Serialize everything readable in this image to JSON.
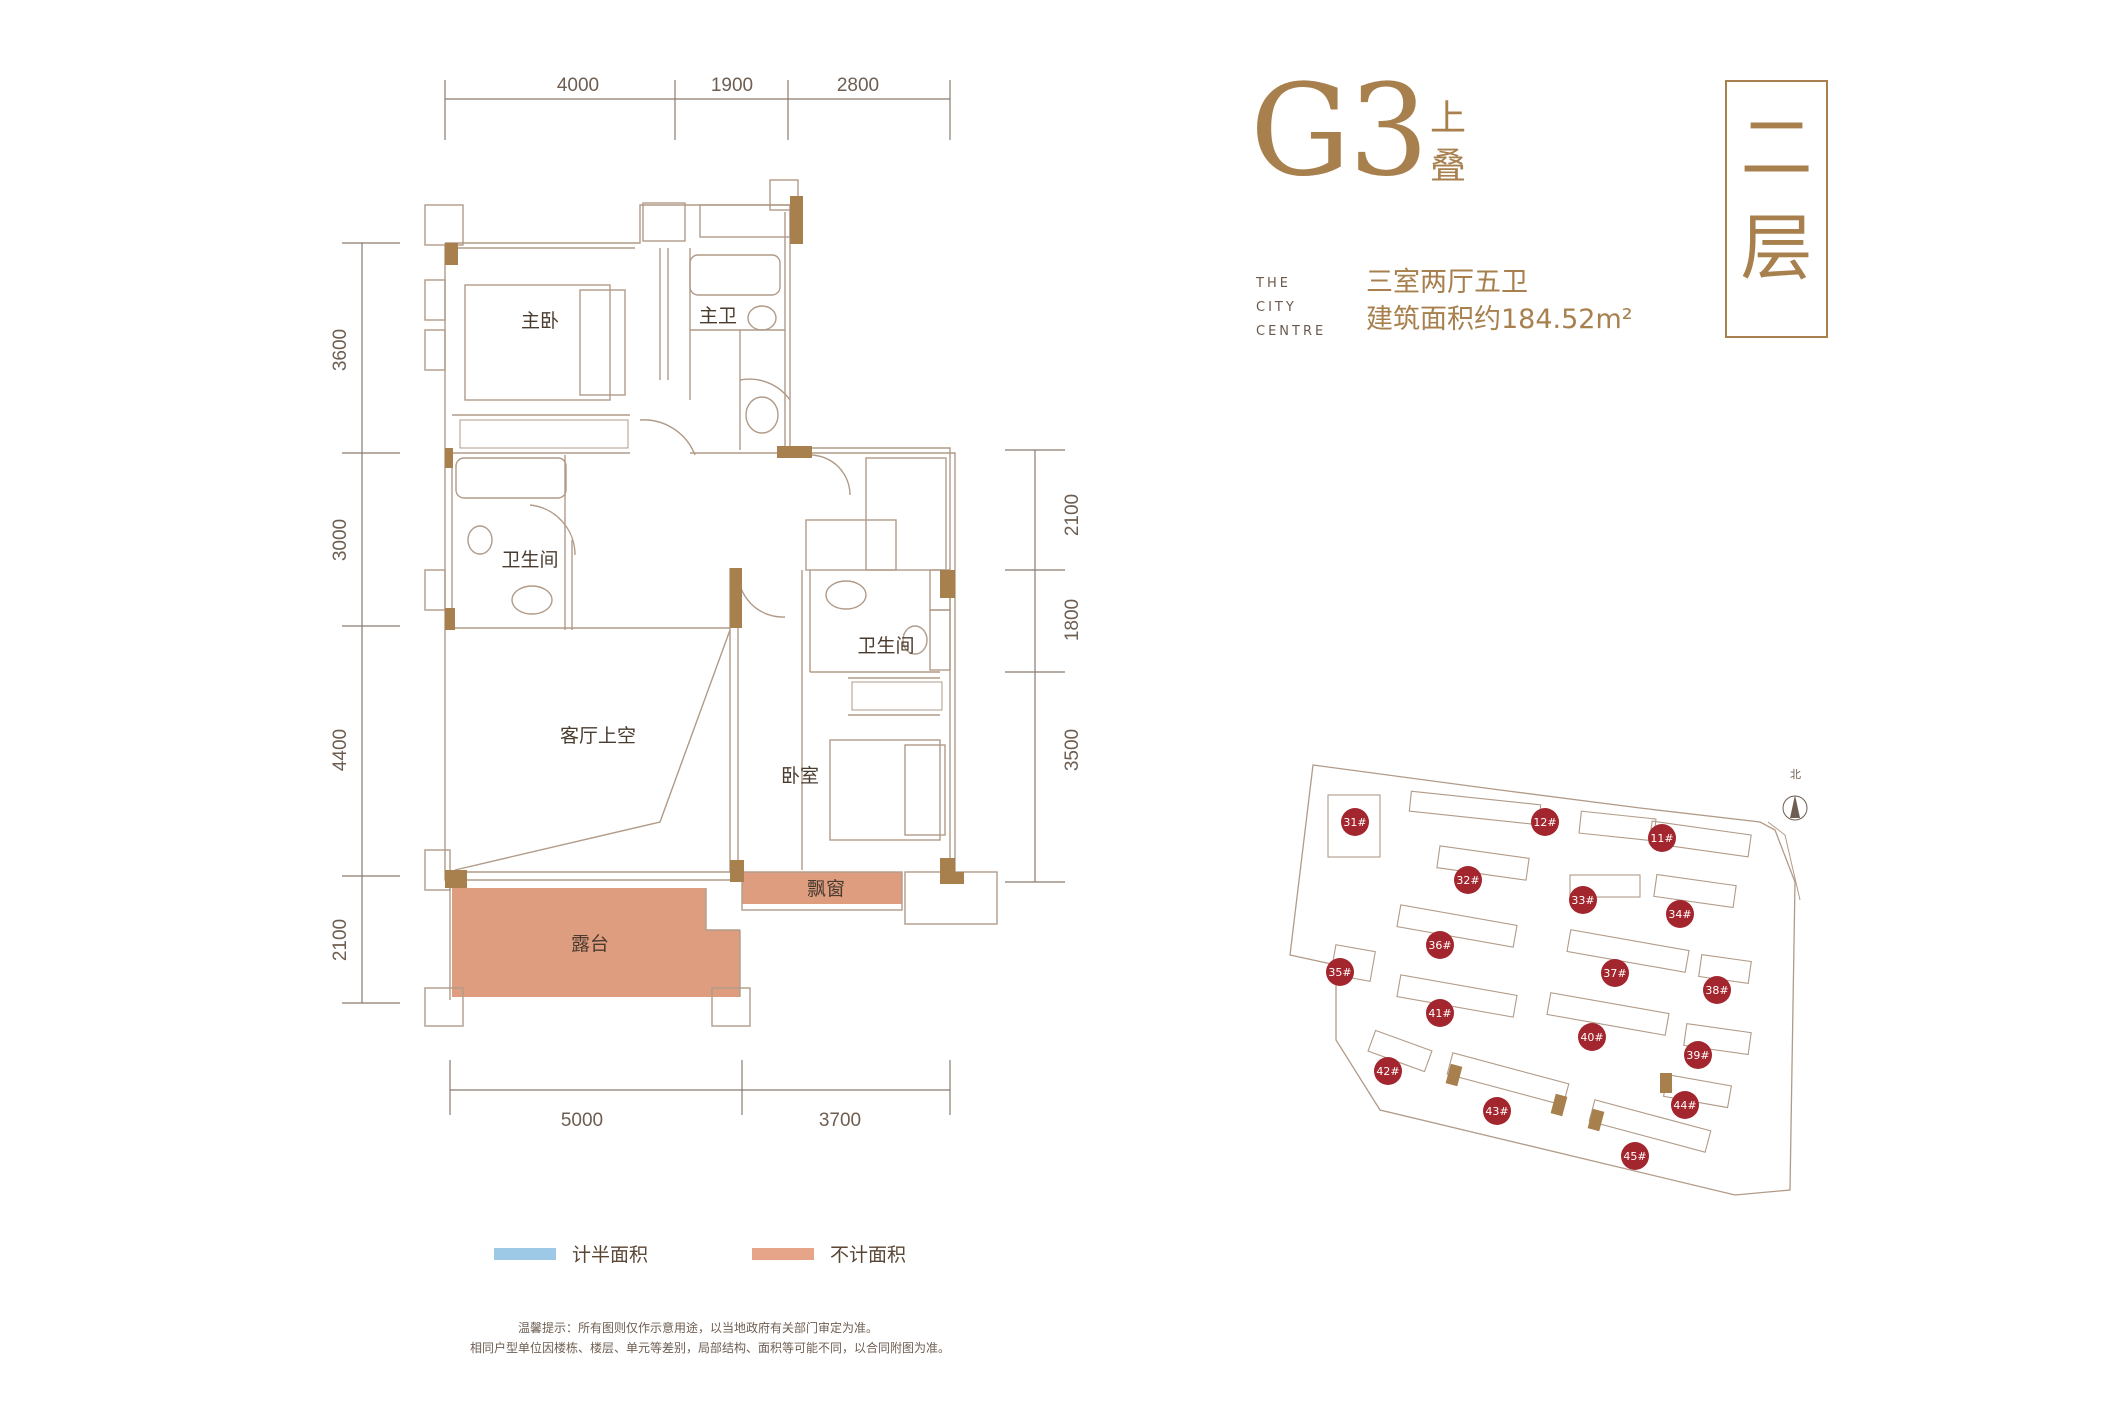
{
  "title": {
    "code": "G3",
    "sub": "上叠",
    "floor": "二层",
    "project_lines": [
      "THE",
      "CITY",
      "CENTRE"
    ],
    "layout": "三室两厅五卫",
    "area_text": "建筑面积约184.52m²"
  },
  "dimensions": {
    "top": [
      "4000",
      "1900",
      "2800"
    ],
    "bottom": [
      "5000",
      "3700"
    ],
    "left": [
      "3600",
      "3000",
      "4400",
      "2100"
    ],
    "right": [
      "2100",
      "1800",
      "3500"
    ]
  },
  "rooms": {
    "master_bedroom": "主卧",
    "master_bath": "主卫",
    "bathroom_left": "卫生间",
    "bathroom_right": "卫生间",
    "living_void": "客厅上空",
    "bedroom": "卧室",
    "bay_window": "飘窗",
    "terrace": "露台"
  },
  "site_map": {
    "north_label": "北",
    "buildings": [
      "31#",
      "12#",
      "11#",
      "32#",
      "33#",
      "34#",
      "36#",
      "35#",
      "37#",
      "38#",
      "41#",
      "40#",
      "39#",
      "42#",
      "43#",
      "44#",
      "45#"
    ]
  },
  "legend": {
    "half_area": "计半面积",
    "no_area": "不计面积",
    "half_color": "#9ec9e6",
    "no_color": "#e6a488"
  },
  "disclaimer": {
    "line1": "温馨提示：所有图则仅作示意用途，以当地政府有关部门审定为准。",
    "line2": "相同户型单位因楼栋、楼层、单元等差别，局部结构、面积等可能不同，以合同附图为准。"
  },
  "colors": {
    "wall": "#a7804e",
    "accent": "#a7804e",
    "terrace": "#df9d80",
    "badge": "#a3262e"
  }
}
